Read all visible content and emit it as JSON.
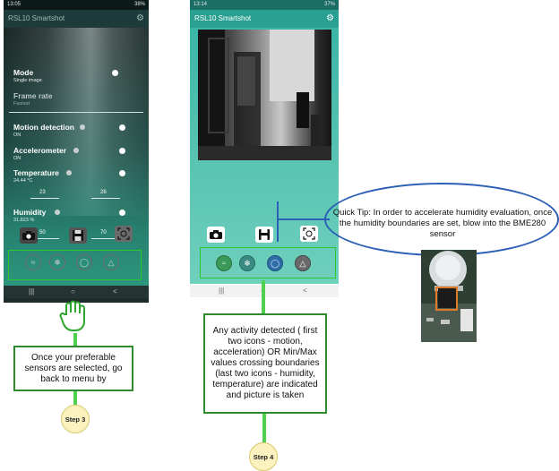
{
  "phone1": {
    "status": {
      "time": "13:05",
      "battery": "38%"
    },
    "app_title": "RSL10 Smartshot",
    "settings": {
      "mode": {
        "label": "Mode",
        "value": "Single image"
      },
      "frame_rate": {
        "label": "Frame rate",
        "value": "Fastest"
      },
      "motion": {
        "label": "Motion detection",
        "value": "ON"
      },
      "accelerometer": {
        "label": "Accelerometer",
        "value": "ON"
      },
      "temperature": {
        "label": "Temperature",
        "value": "24.44 °C",
        "min": "23",
        "max": "26"
      },
      "humidity": {
        "label": "Humidity",
        "value": "31.823 %",
        "min": "50",
        "max": "70"
      }
    }
  },
  "phone2": {
    "status": {
      "time": "13:14",
      "battery": "37%"
    },
    "app_title": "RSL10 Smartshot"
  },
  "annotations": {
    "callout_step3": "Once your preferable sensors are selected, go back to menu by",
    "step3": "Step 3",
    "callout_step4": "Any activity detected ( first two icons - motion, acceleration) OR Min/Max values crossing boundaries (last two icons - humidity, temperature) are indicated and picture is taken",
    "step4": "Step 4",
    "quick_tip": "Quick Tip: In order to accelerate humidity evaluation, once the humidity boundaries are set, blow into the BME280 sensor"
  },
  "colors": {
    "accent": "#2aa092",
    "highlight": "#27c92e",
    "tip_ellipse": "#2b5fb5"
  }
}
